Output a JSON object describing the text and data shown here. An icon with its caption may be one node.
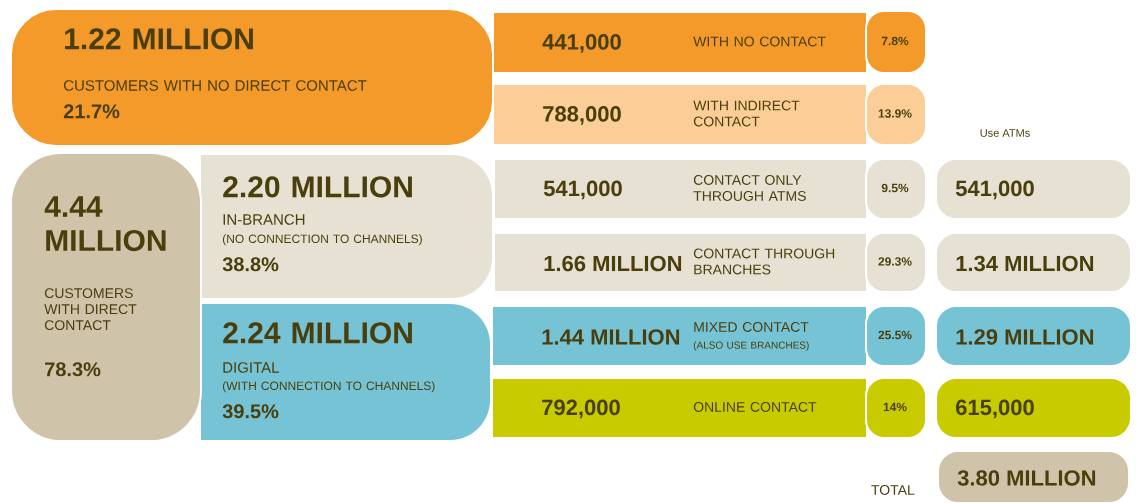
{
  "diagram": {
    "nodes": [
      {
        "text": [
          "1.22 MILLION",
          "CUSTOMERS WITH NO DIRECT CONTACT",
          "21.7%"
        ]
      },
      {
        "text": [
          "441,000",
          "WITH NO CONTACT"
        ]
      },
      {
        "text": [
          "7.8%"
        ]
      },
      {
        "text": [
          "788,000",
          "WITH INDIRECT CONTACT"
        ]
      },
      {
        "text": [
          "13.9%"
        ]
      },
      {
        "text": [
          "4.44 MILLION",
          "CUSTOMERS WITH DIRECT CONTACT",
          "78.3%"
        ]
      },
      {
        "text": [
          "2.20 MILLION",
          "IN-BRANCH",
          "(NO CONNECTION TO CHANNELS)",
          "38.8%"
        ]
      },
      {
        "text": [
          "541,000",
          "CONTACT ONLY THROUGH ATMS"
        ]
      },
      {
        "text": [
          "9.5%"
        ]
      },
      {
        "text": [
          "541,000"
        ]
      },
      {
        "text": [
          "1.66 MILLION",
          "CONTACT THROUGH BRANCHES"
        ]
      },
      {
        "text": [
          "29.3%"
        ]
      },
      {
        "text": [
          "1.34 MILLION"
        ]
      },
      {
        "text": [
          "2.24 MILLION",
          "DIGITAL",
          "(WITH CONNECTION TO CHANNELS)",
          "39.5%"
        ]
      },
      {
        "text": [
          "1.44 MILLION",
          "MIXED CONTACT",
          "(ALSO USE BRANCHES)"
        ]
      },
      {
        "text": [
          "25.5%"
        ]
      },
      {
        "text": [
          "1.29 MILLION"
        ]
      },
      {
        "text": [
          "792,000",
          "ONLINE CONTACT"
        ]
      },
      {
        "text": [
          "14%"
        ]
      },
      {
        "text": [
          "615,000"
        ]
      },
      {
        "text": [
          "3.80 MILLION"
        ],
        "beside": [
          "TOTAL"
        ]
      }
    ],
    "labels": [
      "Use ATMs"
    ]
  }
}
